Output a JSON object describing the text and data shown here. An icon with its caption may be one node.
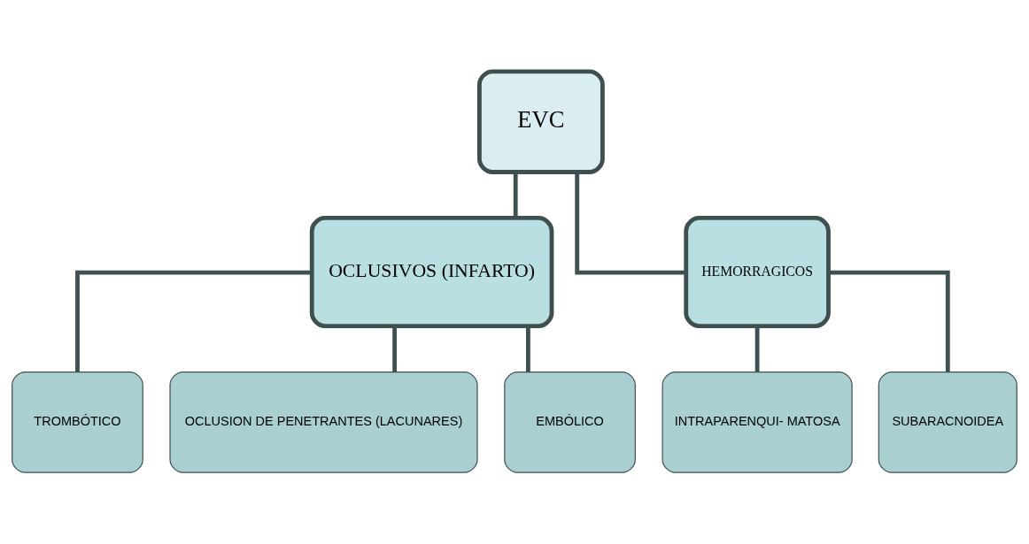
{
  "diagram": {
    "nodes": [
      {
        "text": [
          "EVC"
        ]
      },
      {
        "text": [
          "OCLUSIVOS (INFARTO)"
        ]
      },
      {
        "text": [
          "HEMORRAGICOS"
        ]
      },
      {
        "text": [
          "TROMBÓTICO"
        ]
      },
      {
        "text": [
          "OCLUSION DE PENETRANTES (LACUNARES)"
        ]
      },
      {
        "text": [
          "EMBÓLICO"
        ]
      },
      {
        "text": [
          "INTRAPARENQUI- MATOSA"
        ]
      },
      {
        "text": [
          "SUBARACNOIDEA"
        ]
      }
    ],
    "edges": [
      {
        "from": 0,
        "to": 1,
        "arrow": "none"
      },
      {
        "from": 0,
        "to": 2,
        "arrow": "none"
      },
      {
        "from": 1,
        "to": 3,
        "arrow": "none"
      },
      {
        "from": 1,
        "to": 4,
        "arrow": "none"
      },
      {
        "from": 1,
        "to": 5,
        "arrow": "none"
      },
      {
        "from": 2,
        "to": 6,
        "arrow": "none"
      },
      {
        "from": 2,
        "to": 7,
        "arrow": "none"
      }
    ]
  }
}
